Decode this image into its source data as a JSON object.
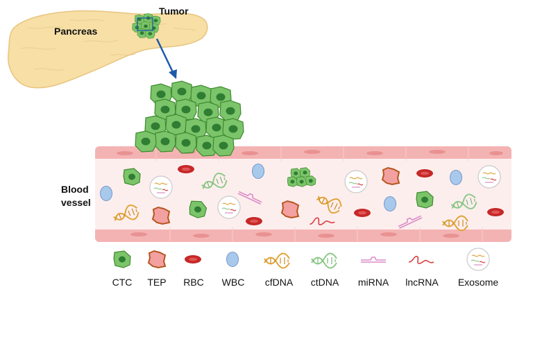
{
  "labels": {
    "pancreas": "Pancreas",
    "tumor": "Tumor",
    "blood_vessel_line1": "Blood",
    "blood_vessel_line2": "vessel"
  },
  "legend": [
    {
      "key": "ctc",
      "label": "CTC"
    },
    {
      "key": "tep",
      "label": "TEP"
    },
    {
      "key": "rbc",
      "label": "RBC"
    },
    {
      "key": "wbc",
      "label": "WBC"
    },
    {
      "key": "cfdna",
      "label": "cfDNA"
    },
    {
      "key": "ctdna",
      "label": "ctDNA"
    },
    {
      "key": "mirna",
      "label": "miRNA"
    },
    {
      "key": "lncrna",
      "label": "lncRNA"
    },
    {
      "key": "exosome",
      "label": "Exosome"
    }
  ],
  "colors": {
    "pancreas_fill": "#f7dfa6",
    "pancreas_stroke": "#e8c47e",
    "tumor_cell": "#7cc46a",
    "tumor_nucleus": "#2e7d32",
    "vessel_wall": "#f4b3b3",
    "vessel_lumen": "#fdeeee",
    "rbc": "#c62828",
    "wbc": "#a9c9ec",
    "tep_fill": "#f2a0a0",
    "tep_stroke": "#b5561e",
    "cfdna": "#e0a53a",
    "ctdna": "#9fd39a",
    "mirna": "#e6a6d6",
    "lncrna": "#d84040",
    "arrow": "#1e5aa8"
  }
}
